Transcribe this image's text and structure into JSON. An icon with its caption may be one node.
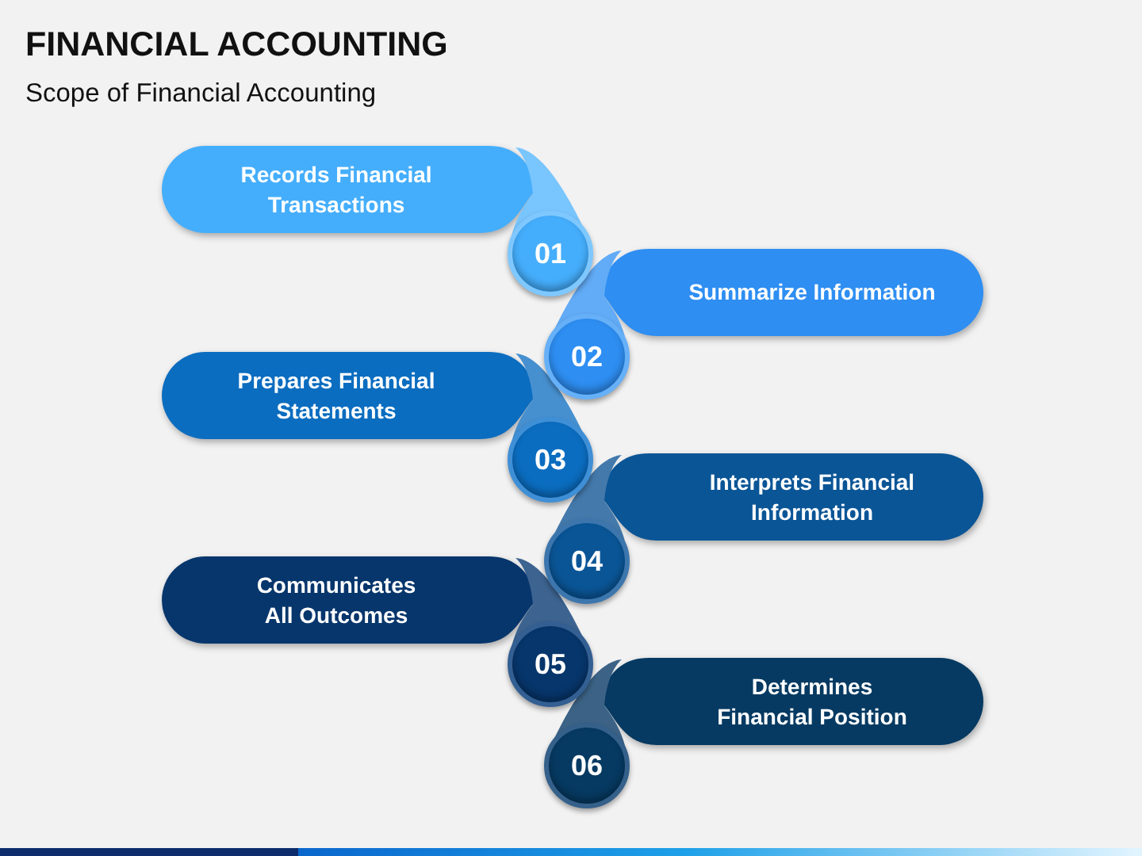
{
  "diagram": {
    "title": "FINANCIAL ACCOUNTING",
    "nodes": [
      {
        "text": [
          "Records Financial Transactions"
        ]
      },
      {
        "text": [
          "01"
        ]
      },
      {
        "text": [
          "Summarize Information"
        ]
      },
      {
        "text": [
          "02"
        ]
      },
      {
        "text": [
          "Prepares Financial Statements"
        ]
      },
      {
        "text": [
          "03"
        ]
      },
      {
        "text": [
          "Interprets Financial Information"
        ]
      },
      {
        "text": [
          "04"
        ]
      },
      {
        "text": [
          "Communicates All Outcomes"
        ]
      },
      {
        "text": [
          "05"
        ]
      },
      {
        "text": [
          "Determines Financial Position"
        ]
      },
      {
        "text": [
          "06"
        ]
      }
    ],
    "labels": [
      "Scope of Financial Accounting"
    ]
  }
}
